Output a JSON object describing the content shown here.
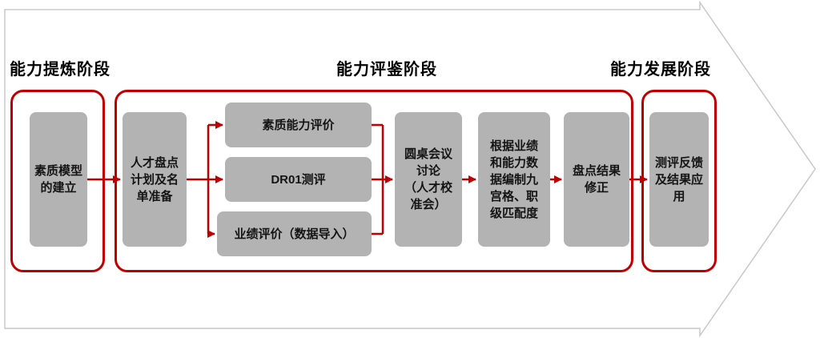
{
  "phases": [
    {
      "label": "能力提炼阶段"
    },
    {
      "label": "能力评鉴阶段"
    },
    {
      "label": "能力发展阶段"
    }
  ],
  "steps": {
    "model": "素质模型\n的建立",
    "plan": "人才盘点\n计划及名\n单准备",
    "competency": "素质能力评价",
    "dr01": "DR01测评",
    "performance": "业绩评价（数据导入）",
    "roundtable": "圆桌会议\n讨论\n（人才校\n准会）",
    "grid": "根据业绩\n和能力数\n据编制九\n宫格、职\n级匹配度",
    "correction": "盘点结果\n修正",
    "feedback": "测评反馈\n及结果应\n用"
  },
  "colors": {
    "accent_red": "#c00000",
    "box_gray": "#b3b3b3",
    "arrow_outline": "#c8c8c8"
  }
}
